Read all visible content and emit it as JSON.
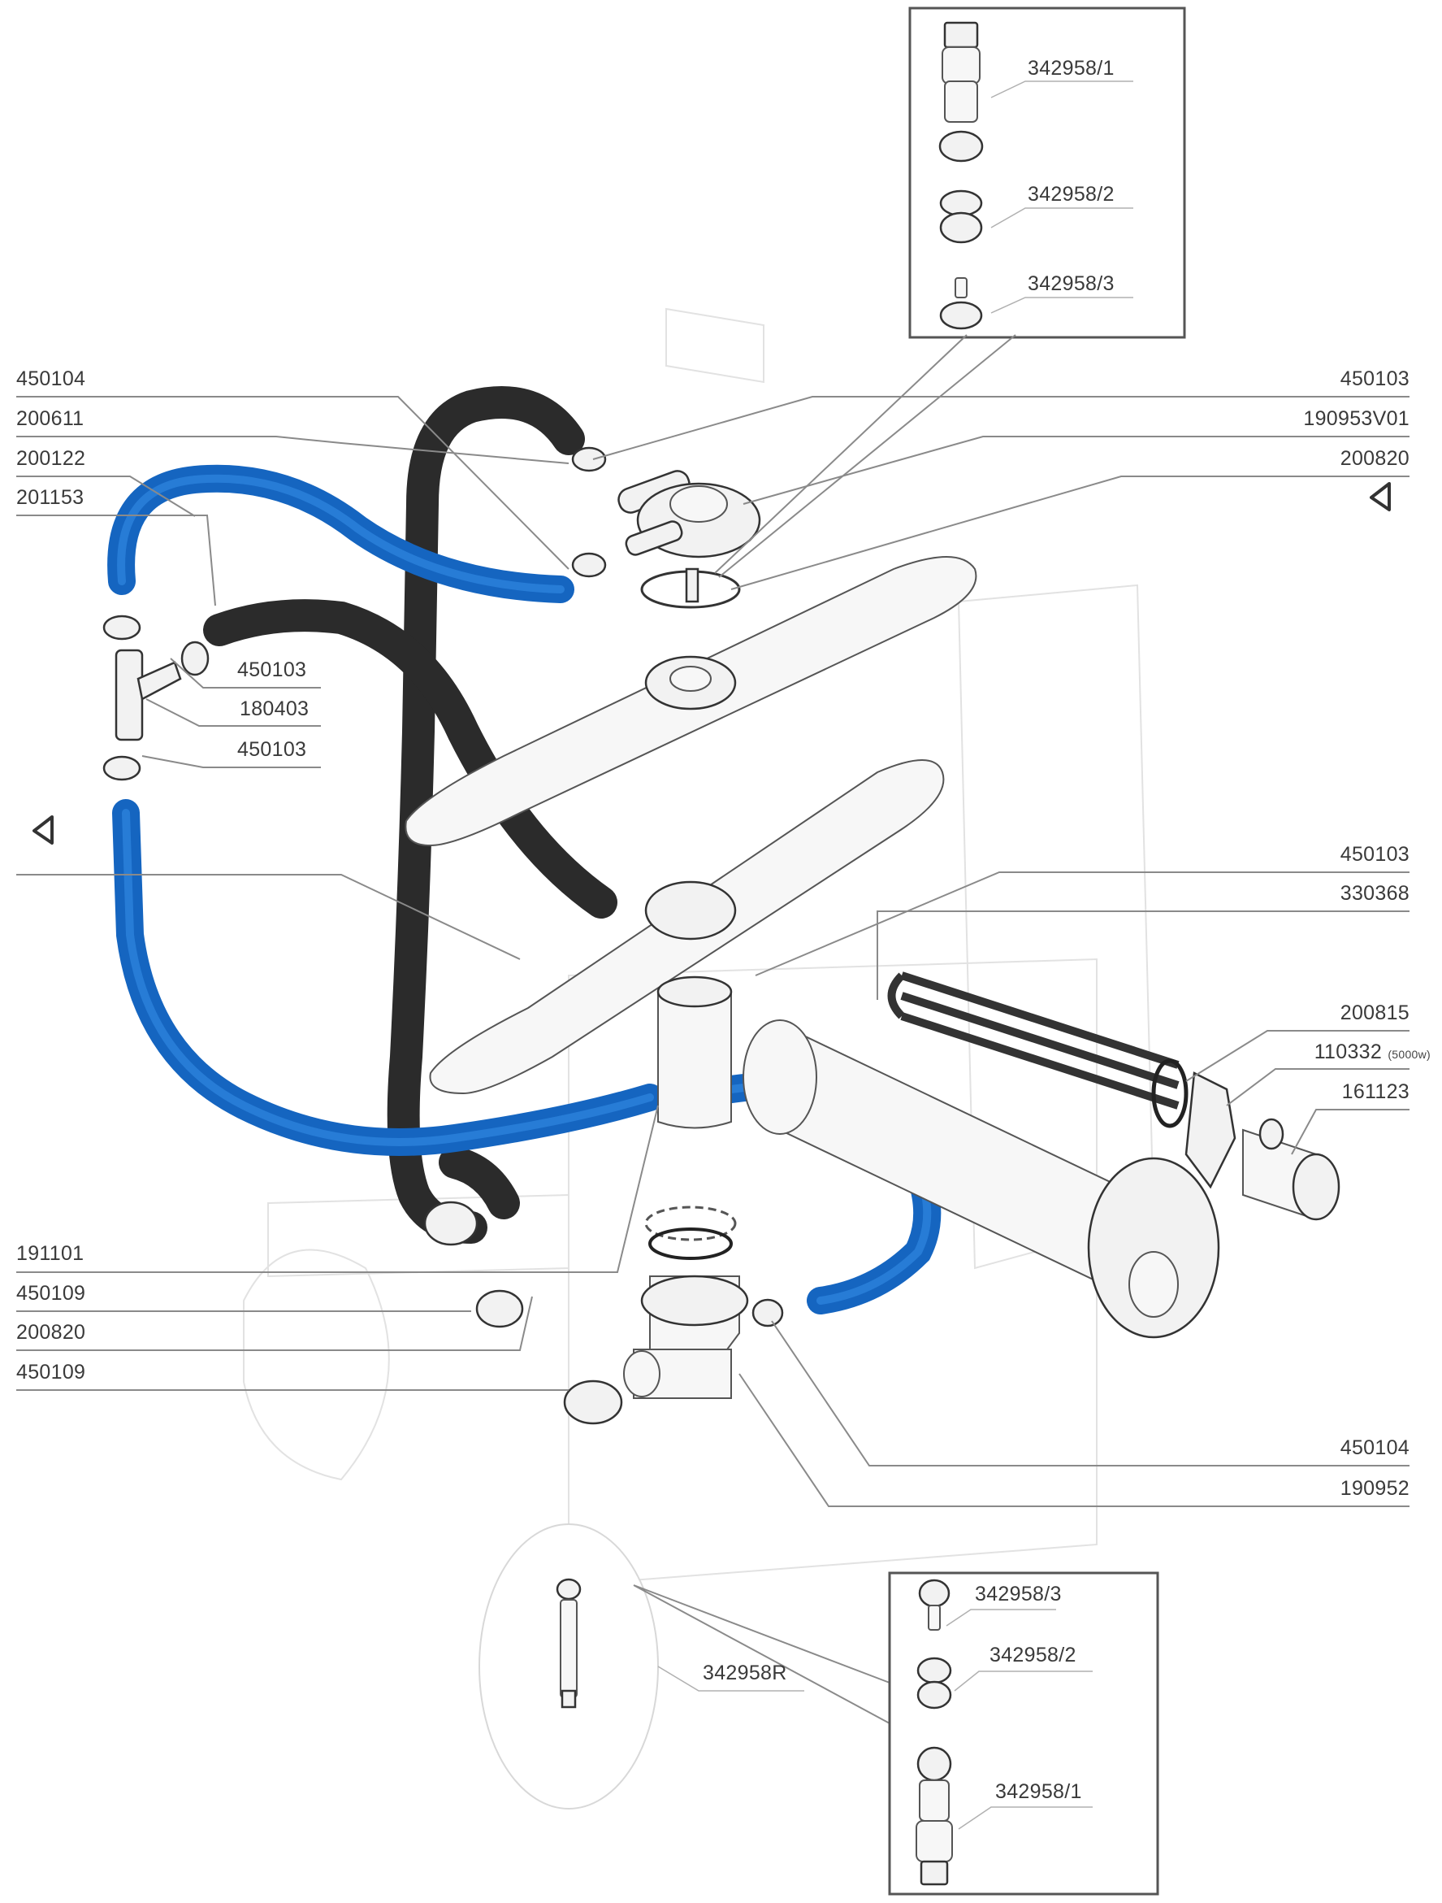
{
  "title": "Dishwasher wash system exploded parts diagram",
  "colors": {
    "hose_blue": "#1565c0",
    "hose_black": "#2b2b2b",
    "leader": "#8a8a8a",
    "text": "#3a3a3a"
  },
  "labels_left": [
    {
      "code": "450104"
    },
    {
      "code": "200611"
    },
    {
      "code": "200122"
    },
    {
      "code": "201153"
    },
    {
      "code": "450103"
    },
    {
      "code": "180403"
    },
    {
      "code": "450103"
    },
    {
      "code": "191101"
    },
    {
      "code": "450109"
    },
    {
      "code": "200820"
    },
    {
      "code": "450109"
    }
  ],
  "labels_right": [
    {
      "code": "450103"
    },
    {
      "code": "190953V01"
    },
    {
      "code": "200820"
    },
    {
      "code": "450103"
    },
    {
      "code": "330368"
    },
    {
      "code": "200815"
    },
    {
      "code": "110332",
      "note": "(5000w)"
    },
    {
      "code": "161123"
    },
    {
      "code": "450104"
    },
    {
      "code": "190952"
    }
  ],
  "inset_top": {
    "items": [
      {
        "code": "342958/1"
      },
      {
        "code": "342958/2"
      },
      {
        "code": "342958/3"
      }
    ]
  },
  "inset_bottom": {
    "assembly_code": "342958R",
    "items": [
      {
        "code": "342958/3"
      },
      {
        "code": "342958/2"
      },
      {
        "code": "342958/1"
      }
    ]
  },
  "markers": [
    {
      "icon": "triangle-marker-icon",
      "side": "left"
    },
    {
      "icon": "triangle-marker-icon",
      "side": "right"
    }
  ]
}
